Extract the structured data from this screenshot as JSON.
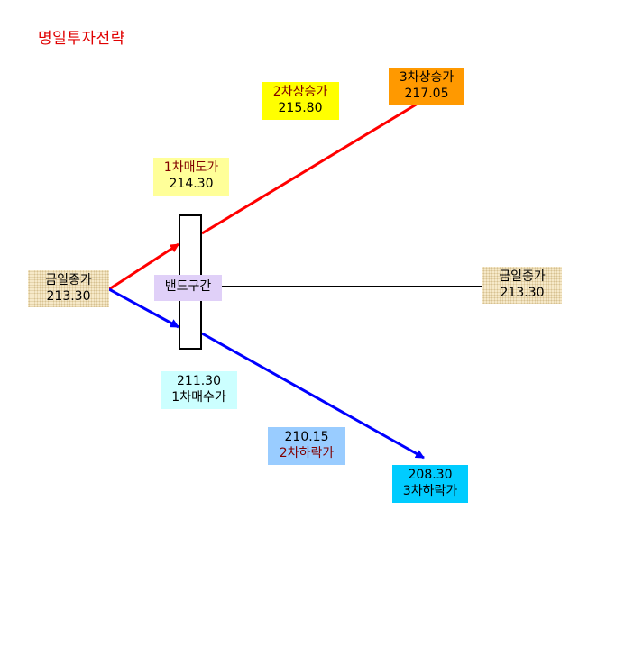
{
  "title": "명일투자전략",
  "today_close_left": {
    "label": "금일종가",
    "value": "213.30"
  },
  "today_close_right": {
    "label": "금일종가",
    "value": "213.30"
  },
  "band": {
    "label": "밴드구간"
  },
  "sell1": {
    "label": "1차매도가",
    "value": "214.30"
  },
  "up2": {
    "label": "2차상승가",
    "value": "215.80"
  },
  "up3": {
    "label": "3차상승가",
    "value": "217.05"
  },
  "buy1": {
    "value": "211.30",
    "label": "1차매수가"
  },
  "down2": {
    "value": "210.15",
    "label": "2차하락가"
  },
  "down3": {
    "value": "208.30",
    "label": "3차하락가"
  },
  "colors": {
    "title": "#e00000",
    "up_line": "#ff0000",
    "down_line": "#0000ff",
    "band_fill": "#e0d0f8",
    "sell1_fill": "#ffff99",
    "up2_fill": "#ffff00",
    "up3_fill": "#ff9900",
    "buy1_fill": "#ccffff",
    "down2_fill": "#99ccff",
    "down3_fill": "#00ccff",
    "maroon_text": "#800000"
  }
}
